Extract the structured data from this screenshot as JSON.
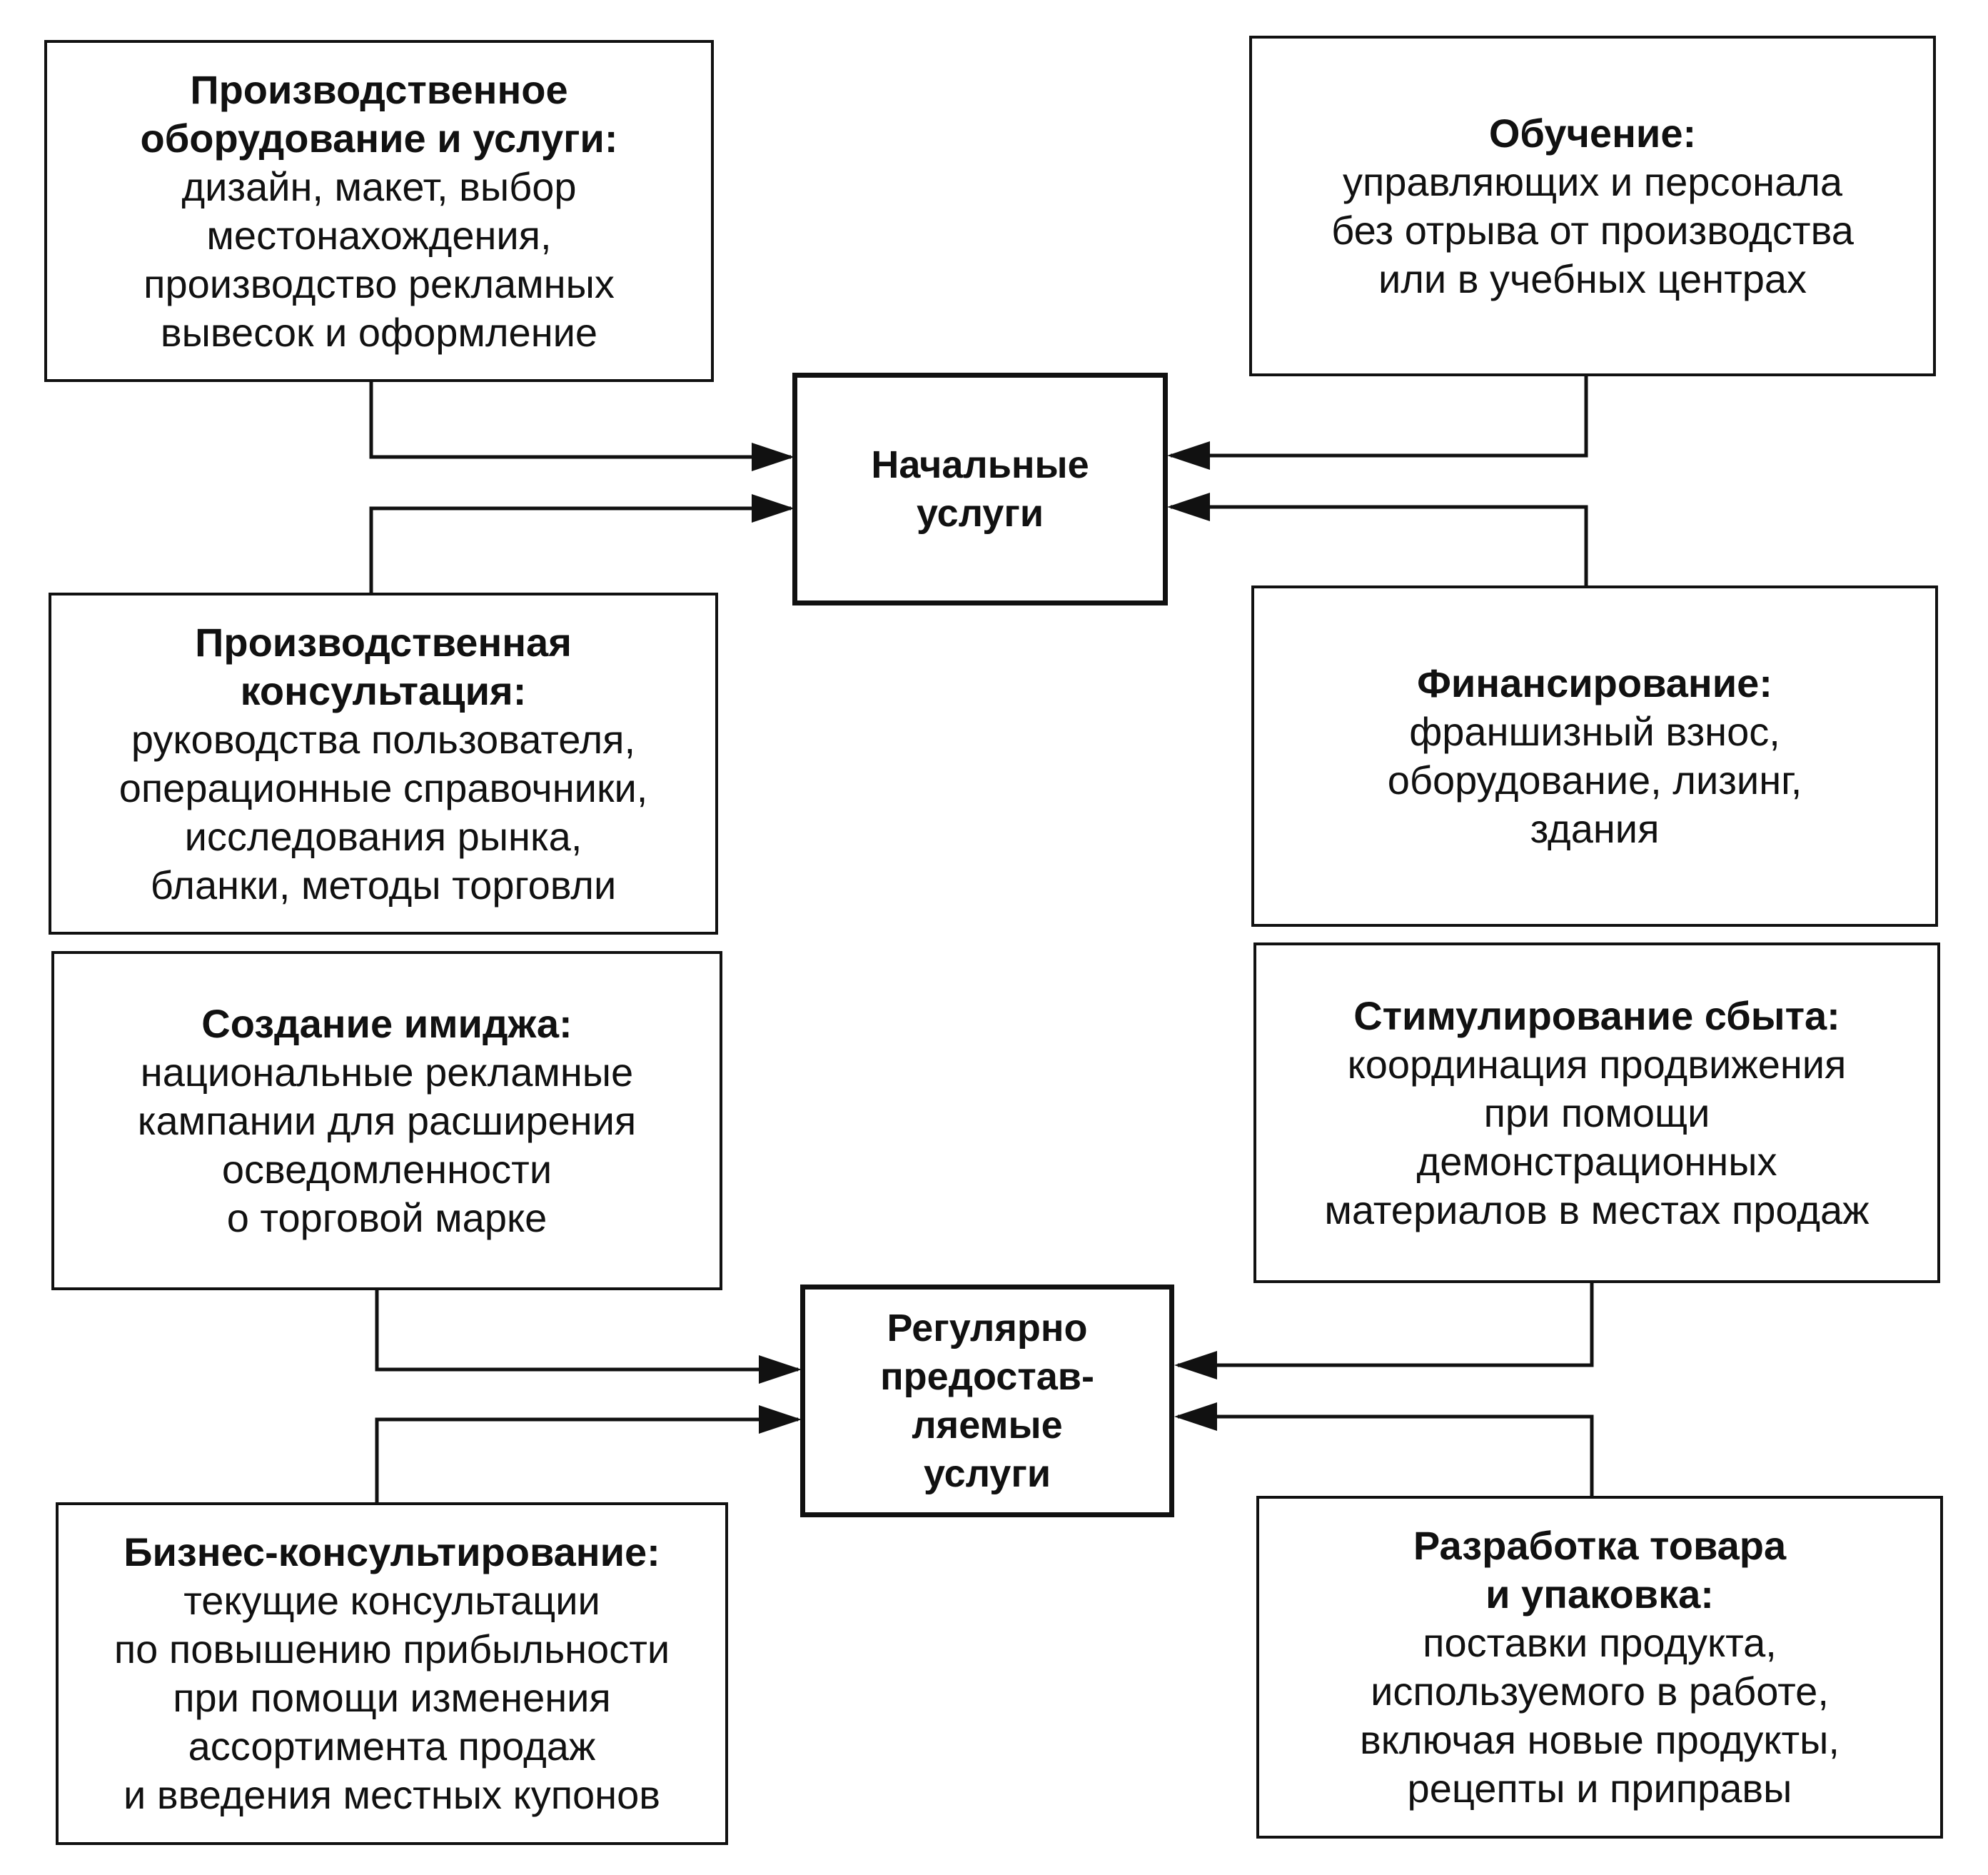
{
  "center_initial": {
    "title": "Начальные\nуслуги"
  },
  "center_regular": {
    "title": "Регулярно\nпредостав-\nляемые\nуслуги"
  },
  "production_equipment": {
    "title": "Производственное\nоборудование и услуги:",
    "body": "дизайн, макет, выбор\nместонахождения,\nпроизводство рекламных\nвывесок и оформление"
  },
  "training": {
    "title": "Обучение:",
    "body": "управляющих и персонала\nбез отрыва от производства\nили в учебных центрах"
  },
  "production_consulting": {
    "title": "Производственная\nконсультация:",
    "body": "руководства пользователя,\nоперационные справочники,\nисследования рынка,\nбланки, методы торговли"
  },
  "financing": {
    "title": "Финансирование:",
    "body": "франшизный взнос,\nоборудование, лизинг,\nздания"
  },
  "image_building": {
    "title": "Создание имиджа:",
    "body": "национальные рекламные\nкампании для расширения\nосведомленности\nо торговой марке"
  },
  "sales_promotion": {
    "title": "Стимулирование сбыта:",
    "body": "координация продвижения\nпри помощи\nдемонстрационных\nматериалов в местах продаж"
  },
  "business_consulting": {
    "title": "Бизнес-консультирование:",
    "body": "текущие консультации\nпо повышению прибыльности\nпри помощи изменения\nассортимента продаж\nи введения местных купонов"
  },
  "product_development": {
    "title": "Разработка товара\nи упаковка:",
    "body": "поставки продукта,\nиспользуемого в работе,\nвключая новые продукты,\nрецепты и приправы"
  }
}
